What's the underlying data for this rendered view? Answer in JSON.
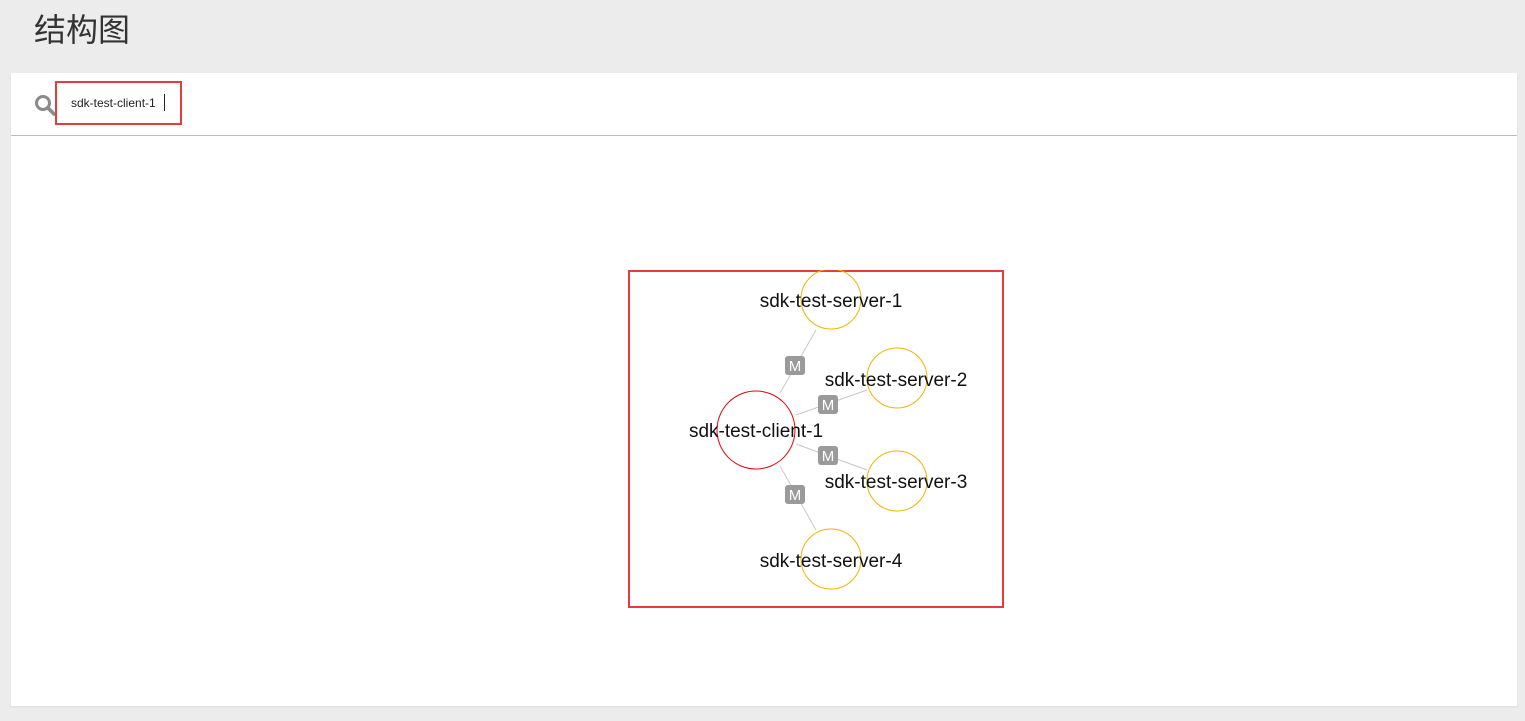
{
  "page": {
    "title": "结构图"
  },
  "search": {
    "icon": "search-icon",
    "value": "sdk-test-client-1"
  },
  "graph": {
    "center_node": {
      "label": "sdk-test-client-1",
      "color": "#e8000b"
    },
    "nodes": [
      {
        "label": "sdk-test-server-1",
        "color": "#f0b400"
      },
      {
        "label": "sdk-test-server-2",
        "color": "#f0b400"
      },
      {
        "label": "sdk-test-server-3",
        "color": "#f0b400"
      },
      {
        "label": "sdk-test-server-4",
        "color": "#f0b400"
      }
    ],
    "edges": [
      {
        "badge": "M"
      },
      {
        "badge": "M"
      },
      {
        "badge": "M"
      },
      {
        "badge": "M"
      }
    ],
    "edge_color": "#c8c8c8",
    "badge_color": "#9a9a9a",
    "highlight_color": "#e83c3c"
  }
}
